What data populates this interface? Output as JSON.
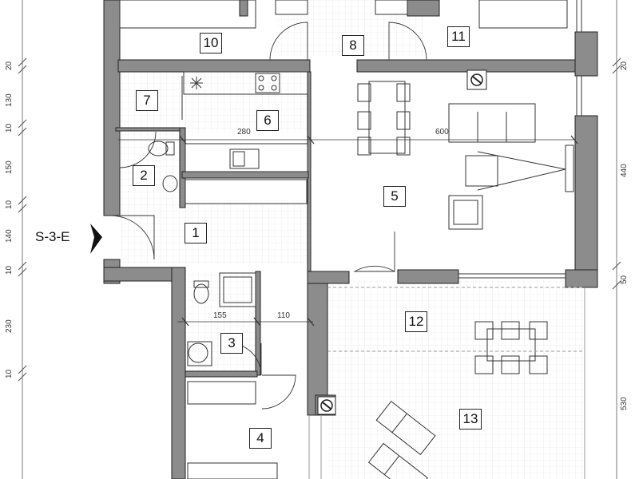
{
  "rooms": [
    {
      "num": "10"
    },
    {
      "num": "8"
    },
    {
      "num": "11"
    },
    {
      "num": "7"
    },
    {
      "num": "6"
    },
    {
      "num": "2"
    },
    {
      "num": "5"
    },
    {
      "num": "1"
    },
    {
      "num": "3"
    },
    {
      "num": "12"
    },
    {
      "num": "4"
    },
    {
      "num": "13"
    }
  ],
  "entry_label": "S-3-E",
  "dims_inner": {
    "d280": "280",
    "d600": "600",
    "d155": "155",
    "d110": "110"
  },
  "dims_left": [
    "20",
    "130",
    "10",
    "150",
    "10",
    "140",
    "10",
    "230",
    "10"
  ],
  "dims_right": [
    "20",
    "440",
    "50",
    "530"
  ]
}
